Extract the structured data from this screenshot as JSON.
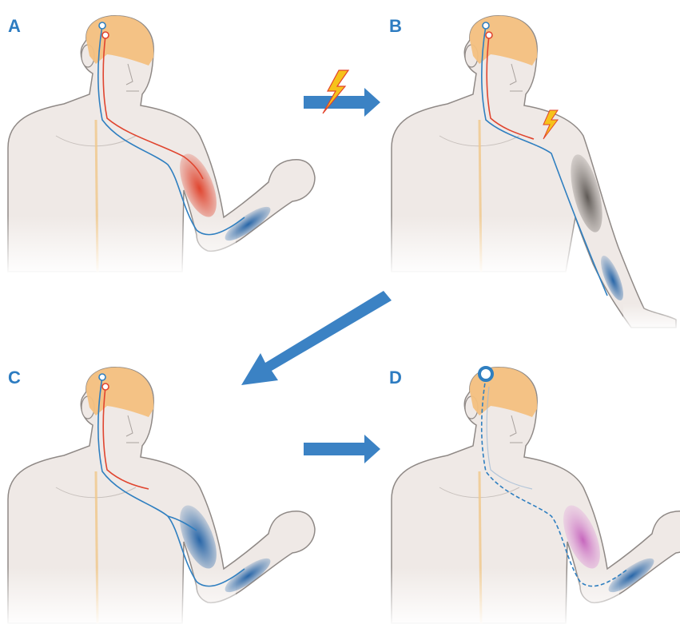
{
  "panels": {
    "a": {
      "label": "A"
    },
    "b": {
      "label": "B"
    },
    "c": {
      "label": "C"
    },
    "d": {
      "label": "D"
    }
  },
  "colors": {
    "label": "#2d7cc1",
    "arrow": "#3b82c4",
    "skin": "#efe9e6",
    "skin_outline": "#8f8986",
    "brain": "#f3c07f",
    "spine": "#f0c98e",
    "nerve_blue": "#2f7fc0",
    "nerve_red": "#e0452f",
    "muscle_red": "#e0452f",
    "muscle_blue": "#2866a8",
    "muscle_gray": "#6f6a66",
    "muscle_pink": "#d27bc8",
    "lightning": "#f6c21b",
    "lightning_outline": "#e2432b"
  }
}
